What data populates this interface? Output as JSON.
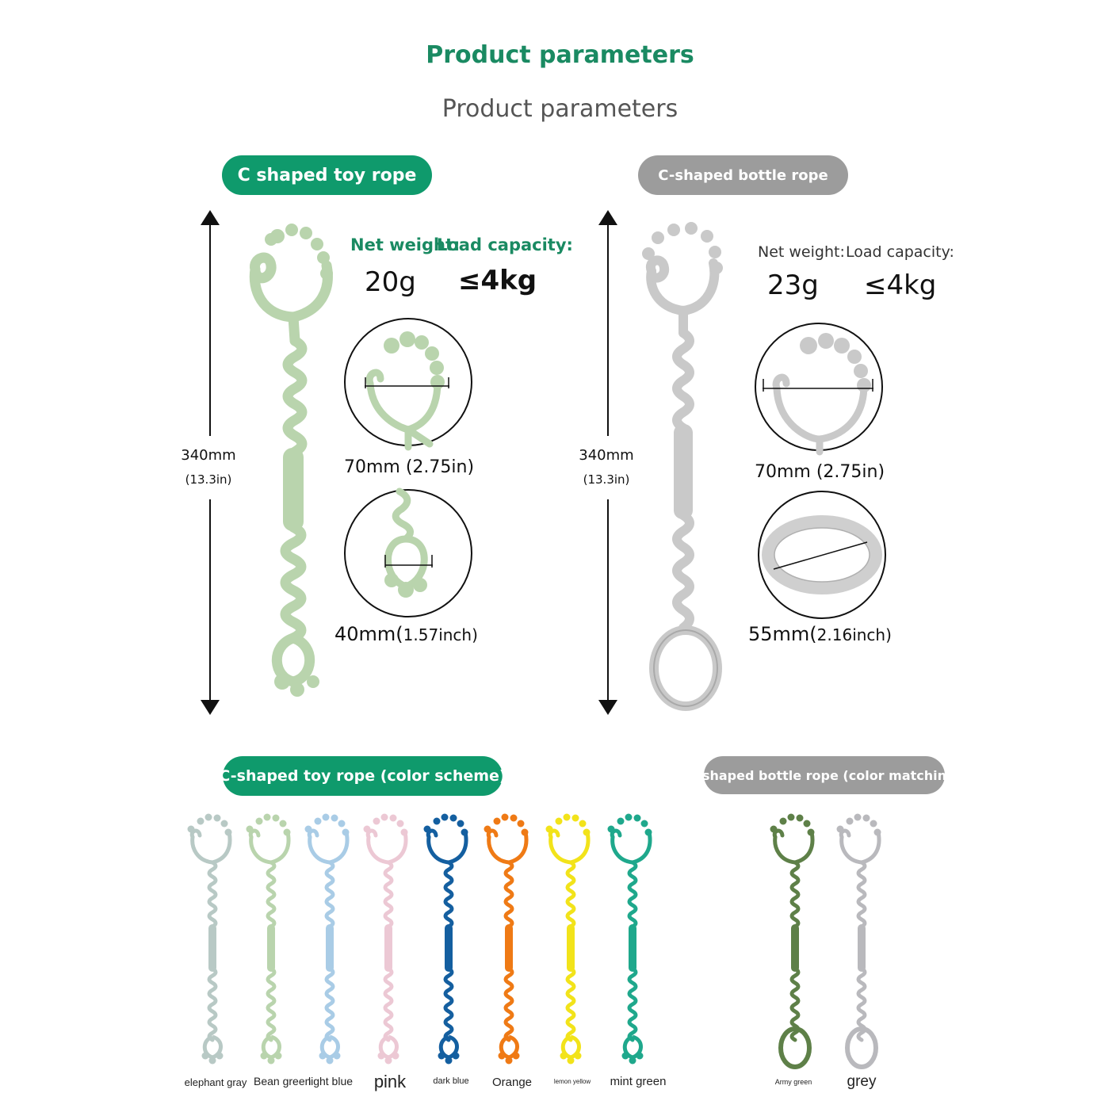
{
  "header": {
    "title": "Product parameters",
    "subtitle": "Product parameters"
  },
  "toy_rope": {
    "tag": "C shaped toy rope",
    "weight_label": "Net weight:",
    "capacity_label": "Load capacity:",
    "weight_value": "20g",
    "capacity_value": "≤4kg",
    "length_label": "340mm",
    "length_label_in": "(13.3in)",
    "top_ring_dim": "70mm (2.75in)",
    "bottom_clip_dim_mm": "40mm(",
    "bottom_clip_dim_in": "1.57inch)",
    "color": "#b9d4ad"
  },
  "bottle_rope": {
    "tag": "C-shaped bottle rope",
    "weight_label": "Net weight:",
    "capacity_label": "Load capacity:",
    "weight_value": "23g",
    "capacity_value": "≤4kg",
    "length_label": "340mm",
    "length_label_in": "(13.3in)",
    "top_ring_dim": "70mm (2.75in)",
    "bottom_ring_dim_mm": "55mm(",
    "bottom_ring_dim_in": "2.16inch)",
    "color": "#c9c9c9"
  },
  "toy_colors": {
    "tag": "C-shaped toy rope (color scheme)",
    "items": [
      {
        "name": "elephant gray",
        "color": "#b8c9c5"
      },
      {
        "name": "Bean green",
        "color": "#b9d4ad"
      },
      {
        "name": "light blue",
        "color": "#a9cce6"
      },
      {
        "name": "pink",
        "color": "#ecc8d4"
      },
      {
        "name": "dark blue",
        "color": "#145fa0"
      },
      {
        "name": "Orange",
        "color": "#ef7a15"
      },
      {
        "name": "lemon yellow",
        "color": "#f2e31a"
      },
      {
        "name": "mint green",
        "color": "#1fa88c"
      }
    ]
  },
  "bottle_colors": {
    "tag": "C-shaped bottle rope (color matching)",
    "items": [
      {
        "name": "Army green",
        "color": "#5e8048"
      },
      {
        "name": "grey",
        "color": "#b9b9bd"
      }
    ]
  },
  "accent": {
    "green": "#0f9a6c",
    "gray": "#9c9c9c",
    "title_green": "#1a8a62"
  }
}
